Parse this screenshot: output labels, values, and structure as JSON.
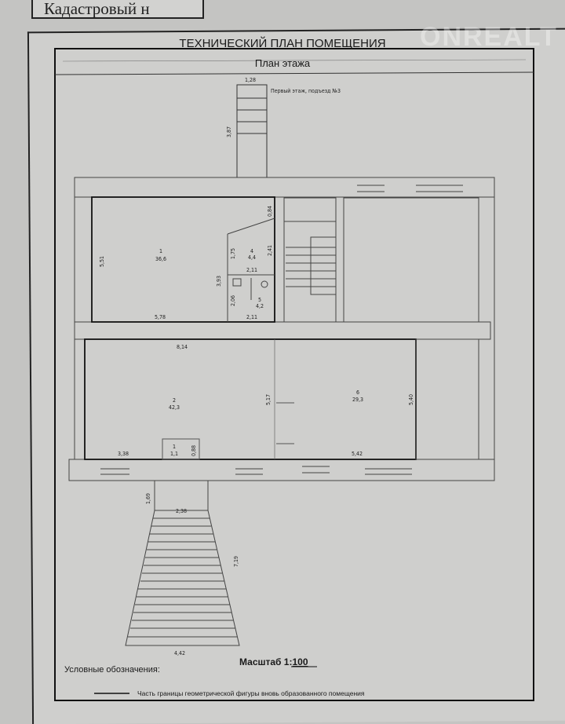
{
  "header": {
    "cadastral_label": "Кадастровый н"
  },
  "title": "ТЕХНИЧЕСКИЙ ПЛАН ПОМЕЩЕНИЯ",
  "subtitle": "План этажа",
  "watermark": "ONREALT",
  "floor_note": "Первый этаж, подъезд №3",
  "dimensions": {
    "stair_top_width": "1,28",
    "stair_top_length": "3,87",
    "room1_height": "5,51",
    "room1_width": "5,78",
    "room1_offset": "0,84",
    "wc_height": "3,93",
    "wc_upper_h": "1,75",
    "wc_upper_right": "2,41",
    "wc_mid_width": "2,11",
    "wc_lower_h": "2,06",
    "wc_lower_width": "2,11",
    "hall_width": "8,14",
    "mid_height": "5,17",
    "right_height": "5,40",
    "bottom_left": "3,38",
    "bottom_right": "5,42",
    "small_room_dim": "0,88",
    "porch_h": "1,69",
    "porch_w": "2,38",
    "stairs_len": "7,19",
    "stairs_base": "4,42"
  },
  "rooms": [
    {
      "num": "1",
      "area": "36,6"
    },
    {
      "num": "2",
      "area": "42,3"
    },
    {
      "num": "4",
      "area": "4,4"
    },
    {
      "num": "5",
      "area": "4,2"
    },
    {
      "num": "6",
      "area": "29,3"
    },
    {
      "num": "1",
      "area": "1,1"
    }
  ],
  "scale": {
    "label": "Масштаб 1:",
    "value": "100"
  },
  "legend": {
    "title": "Условные обозначения:",
    "item": "Часть границы геометрической фигуры вновь образованного помещения"
  }
}
